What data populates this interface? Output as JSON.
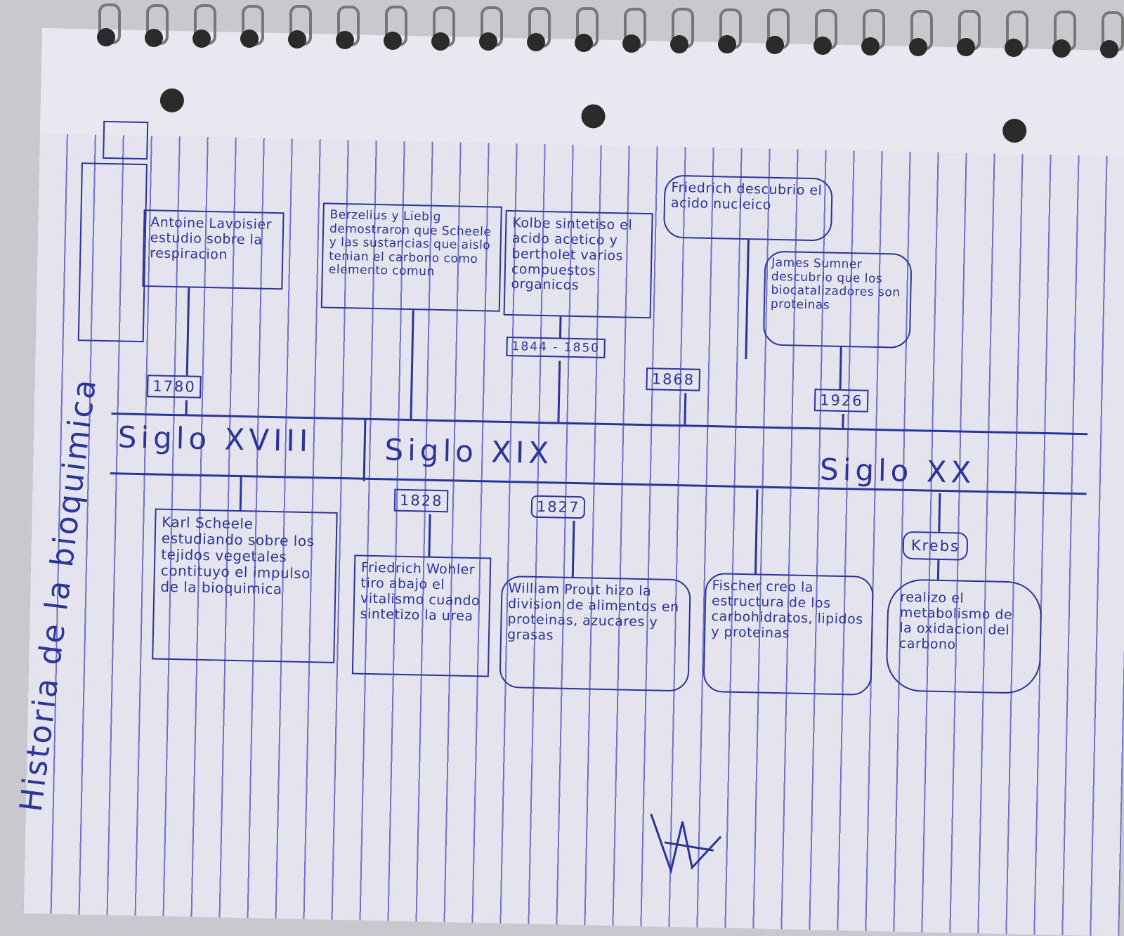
{
  "title": "Historia de la bioquimica",
  "centuries": [
    "Siglo XVIII",
    "Siglo XIX",
    "Siglo XX"
  ],
  "top_events": [
    {
      "date": "1780",
      "text": "Antoine Lavoisier estudio sobre la respiracion"
    },
    {
      "date": "",
      "text": "Berzelius y Liebig demostraron que Scheele y las sustancias que aislo tenian el carbono como elemento comun"
    },
    {
      "date": "1844 - 1850",
      "text": "Kolbe sintetiso el acido acetico y bertholet varios compuestos organicos"
    },
    {
      "date": "1868",
      "text": "Friedrich descubrio el acido nucleico"
    },
    {
      "date": "1926",
      "text": "James Sumner descubrio que los biocatalizadores son proteinas"
    }
  ],
  "bottom_events": [
    {
      "date": "",
      "text": "Karl Scheele estudiando sobre los tejidos vegetales contituyo el impulso de la bioquimica"
    },
    {
      "date": "1828",
      "text": "Friedrich Wohler tiro abajo el vitalismo cuando sintetizo la urea"
    },
    {
      "date": "1827",
      "text": "William Prout hizo la division de alimentos en proteinas, azucares y grasas"
    },
    {
      "date": "",
      "text": "Fischer creo la estructura de los carbohidratos, lipidos y proteinas"
    },
    {
      "date": "Krebs",
      "text": "realizo el metabolismo de la oxidacion del carbono"
    }
  ]
}
